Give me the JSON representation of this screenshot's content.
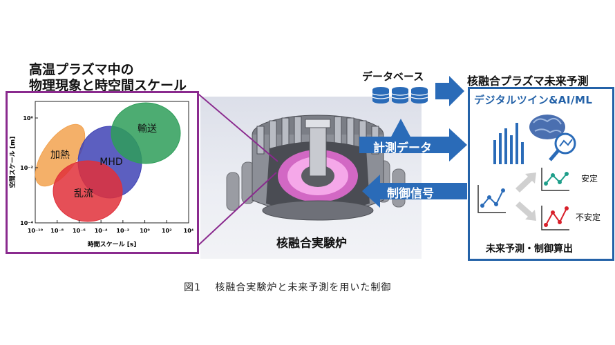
{
  "left_title": {
    "line1": "高温プラズマ中の",
    "line2": "物理現象と時空間スケール"
  },
  "scale_chart": {
    "ylabel": "空間スケール [m]",
    "xlabel": "時間スケール [s]",
    "yticks": [
      "10⁰",
      "10⁻²",
      "10⁻⁴"
    ],
    "xticks": [
      "10⁻¹⁰",
      "10⁻⁸",
      "10⁻⁶",
      "10⁻⁴",
      "10⁻²",
      "10⁰",
      "10²",
      "10⁴"
    ],
    "regions": [
      {
        "name": "加熱",
        "color": "#f2a24f"
      },
      {
        "name": "MHD",
        "color": "#3f43b5"
      },
      {
        "name": "輸送",
        "color": "#2e9e59"
      },
      {
        "name": "乱流",
        "color": "#e0303a"
      }
    ]
  },
  "reactor": {
    "label": "核融合実験炉"
  },
  "database": {
    "label": "データベース"
  },
  "arrows": {
    "measure": "計測データ",
    "control": "制御信号"
  },
  "right": {
    "title": "核融合プラズマ未来予測",
    "box_title": "デジタルツイン&AI/ML",
    "stable": "安定",
    "unstable": "不安定",
    "footer": "未来予測・制御算出"
  },
  "colors": {
    "purple": "#8a2a8e",
    "blue": "#2462a8",
    "arrow": "#2a6bb8"
  },
  "caption": "図1　 核融合実験炉と未来予測を用いた制御"
}
